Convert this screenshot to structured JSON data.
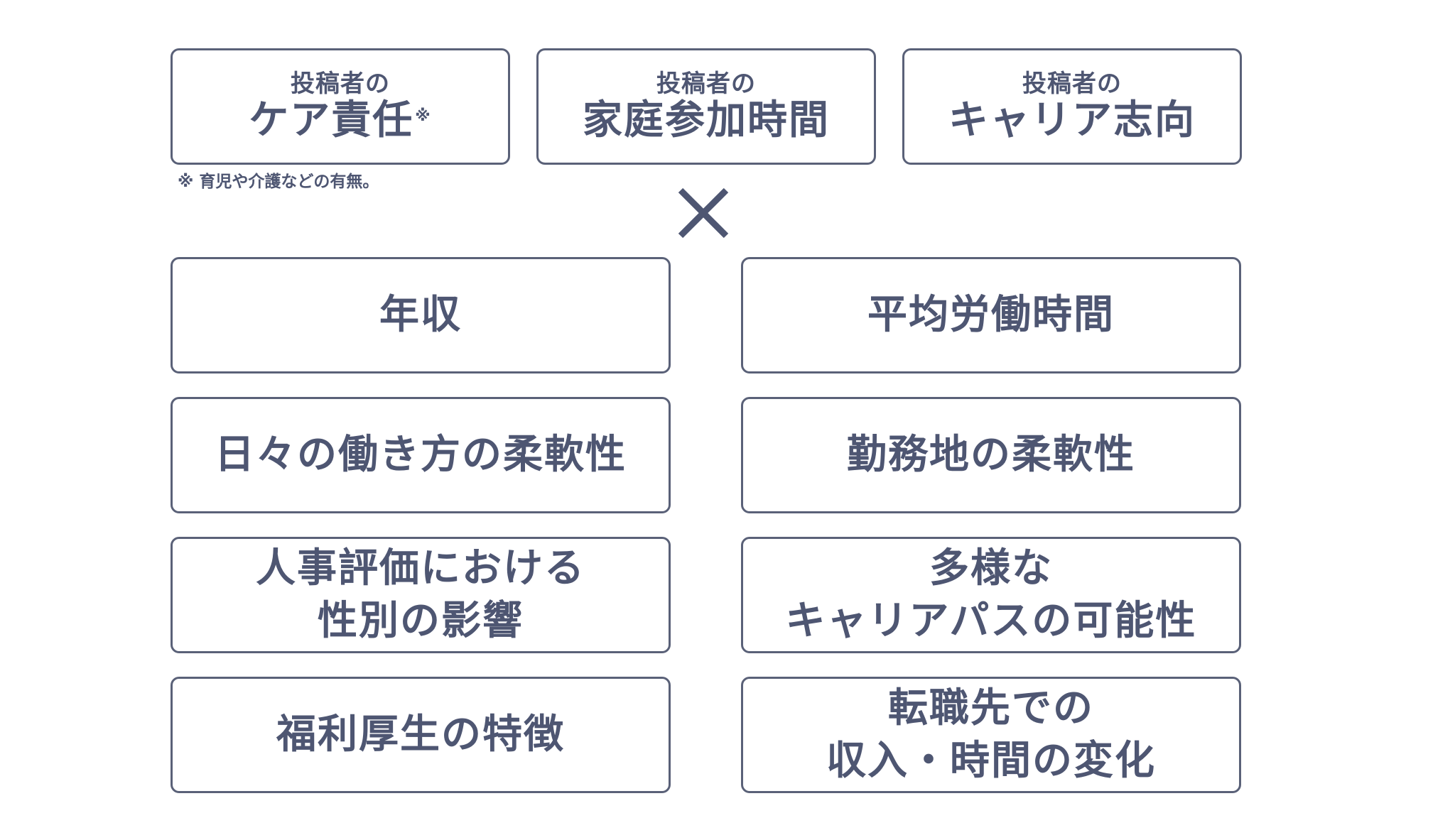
{
  "top_factors": [
    {
      "sub": "投稿者の",
      "main": "ケア責任",
      "mark": "※"
    },
    {
      "sub": "投稿者の",
      "main": "家庭参加時間",
      "mark": ""
    },
    {
      "sub": "投稿者の",
      "main": "キャリア志向",
      "mark": ""
    }
  ],
  "note": "※ 育児や介護などの有無。",
  "operator_icon": "multiply-icon",
  "items": [
    {
      "lines": [
        "年収"
      ]
    },
    {
      "lines": [
        "平均労働時間"
      ]
    },
    {
      "lines": [
        "日々の働き方の柔軟性"
      ]
    },
    {
      "lines": [
        "勤務地の柔軟性"
      ]
    },
    {
      "lines": [
        "人事評価における",
        "性別の影響"
      ]
    },
    {
      "lines": [
        "多様な",
        "キャリアパスの可能性"
      ]
    },
    {
      "lines": [
        "福利厚生の特徴"
      ]
    },
    {
      "lines": [
        "転職先での",
        "収入・時間の変化"
      ]
    }
  ],
  "colors": {
    "text": "#4e5672",
    "border": "#5a6178",
    "background": "#ffffff"
  }
}
